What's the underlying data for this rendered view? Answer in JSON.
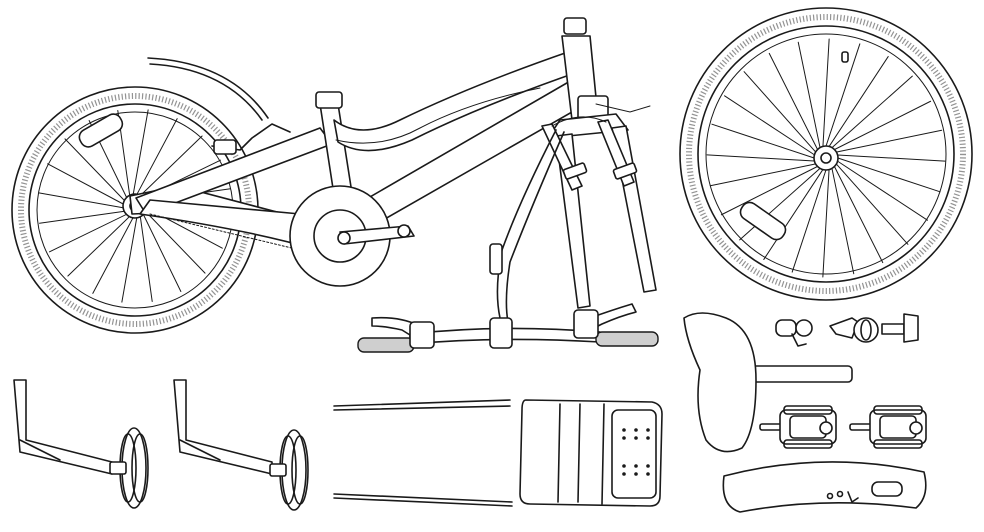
{
  "image": {
    "kind": "exploded-parts-illustration",
    "style": "black line art on white",
    "ink_color": "#1a1a1a",
    "background_color": "#ffffff"
  },
  "parts": [
    {
      "id": "bike-frame-with-rear-wheel",
      "icon": "bicycle-frame-icon"
    },
    {
      "id": "front-wheel",
      "icon": "wheel-icon"
    },
    {
      "id": "front-fork",
      "icon": "fork-icon"
    },
    {
      "id": "handlebar-with-brake-levers",
      "icon": "handlebar-icon"
    },
    {
      "id": "training-wheel-left",
      "icon": "training-wheel-icon"
    },
    {
      "id": "training-wheel-right",
      "icon": "training-wheel-icon"
    },
    {
      "id": "rear-rack",
      "icon": "rack-icon"
    },
    {
      "id": "saddle-with-seatpost",
      "icon": "saddle-icon"
    },
    {
      "id": "small-hardware-bell-reflector-key",
      "icon": "hardware-icon"
    },
    {
      "id": "pedal-left",
      "icon": "pedal-icon"
    },
    {
      "id": "pedal-right",
      "icon": "pedal-icon"
    },
    {
      "id": "front-fender",
      "icon": "fender-icon"
    }
  ]
}
